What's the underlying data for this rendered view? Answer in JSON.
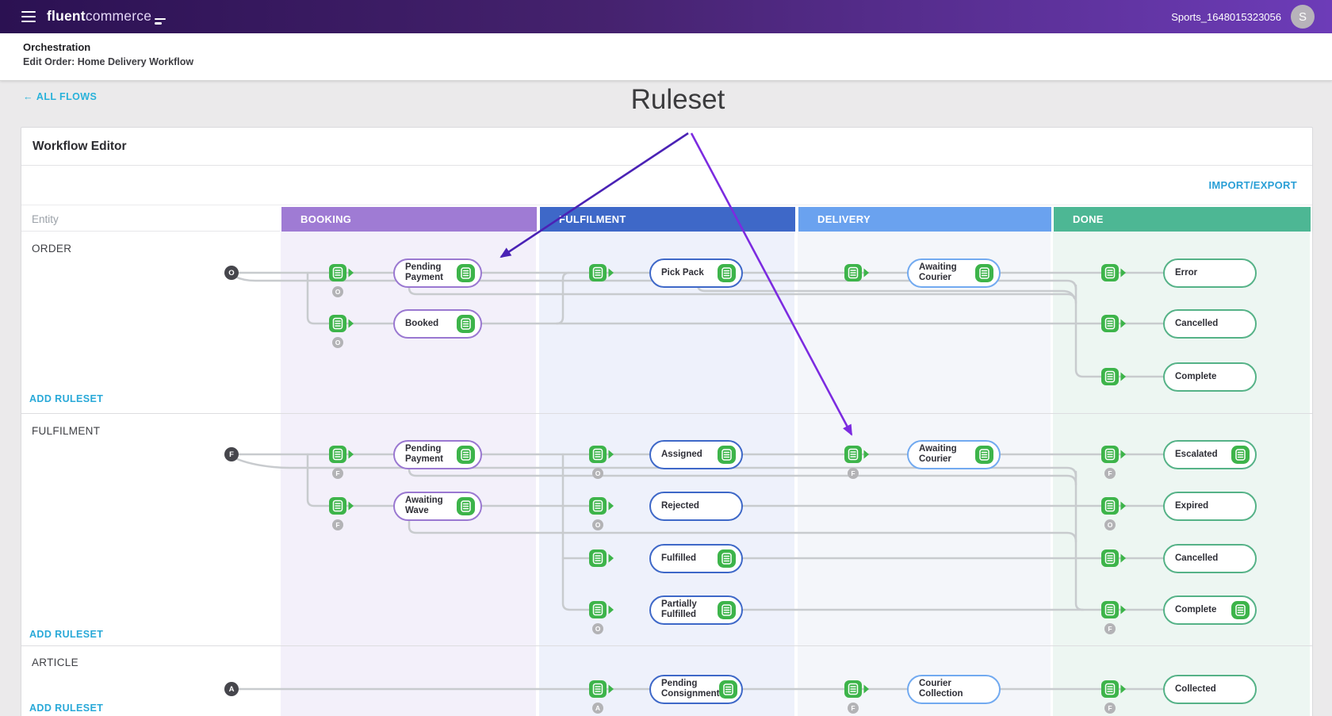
{
  "topbar": {
    "brand_bold": "fluent",
    "brand_light": "commerce",
    "account_name": "Sports_1648015323056",
    "avatar_initial": "S"
  },
  "breadcrumb": {
    "section": "Orchestration",
    "page": "Edit Order: Home Delivery Workflow"
  },
  "back_link": {
    "arrow": "←",
    "label": "ALL FLOWS"
  },
  "annotation": {
    "label": "Ruleset",
    "arrow_color_left": "#4a22b5",
    "arrow_color_right": "#7c2be0"
  },
  "editor": {
    "title": "Workflow Editor",
    "import_export_label": "IMPORT/EXPORT",
    "entity_header": "Entity",
    "add_ruleset_label": "ADD RULESET",
    "icon_green": "#3db44a",
    "line_color": "#c8cbce",
    "columns": [
      {
        "label": "BOOKING",
        "header_color": "#9f7bd4",
        "tint": "#f3f0fa",
        "node_border": "#9a78d1"
      },
      {
        "label": "FULFILMENT",
        "header_color": "#3e68c8",
        "tint": "#eef1fb",
        "node_border": "#3e68c8"
      },
      {
        "label": "DELIVERY",
        "header_color": "#6aa2ef",
        "tint": "#f4f6fa",
        "node_border": "#72aaf0"
      },
      {
        "label": "DONE",
        "header_color": "#4db794",
        "tint": "#edf6f2",
        "node_border": "#55b287"
      }
    ],
    "rows": [
      {
        "entity": "ORDER",
        "start_letter": "O",
        "nodes": [
          {
            "label": "Pending Payment",
            "col": 0,
            "slot": 0,
            "icon": true,
            "badge": "O"
          },
          {
            "label": "Booked",
            "col": 0,
            "slot": 1,
            "icon": true,
            "badge": "O"
          },
          {
            "label": "Pick Pack",
            "col": 1,
            "slot": 0,
            "icon": true,
            "badge": null
          },
          {
            "label": "Awaiting Courier",
            "col": 2,
            "slot": 0,
            "icon": true,
            "badge": null
          },
          {
            "label": "Error",
            "col": 3,
            "slot": 0,
            "icon": false,
            "badge": null
          },
          {
            "label": "Cancelled",
            "col": 3,
            "slot": 1,
            "icon": false,
            "badge": null
          },
          {
            "label": "Complete",
            "col": 3,
            "slot": 2,
            "icon": false,
            "badge": null
          }
        ]
      },
      {
        "entity": "FULFILMENT",
        "start_letter": "F",
        "nodes": [
          {
            "label": "Pending Payment",
            "col": 0,
            "slot": 0,
            "icon": true,
            "badge": "F"
          },
          {
            "label": "Awaiting Wave",
            "col": 0,
            "slot": 1,
            "icon": true,
            "badge": "F"
          },
          {
            "label": "Assigned",
            "col": 1,
            "slot": 0,
            "icon": true,
            "badge": "O"
          },
          {
            "label": "Rejected",
            "col": 1,
            "slot": 1,
            "icon": false,
            "badge": "O"
          },
          {
            "label": "Fulfilled",
            "col": 1,
            "slot": 2,
            "icon": true,
            "badge": null
          },
          {
            "label": "Partially Fulfilled",
            "col": 1,
            "slot": 3,
            "icon": true,
            "badge": "O"
          },
          {
            "label": "Awaiting Courier",
            "col": 2,
            "slot": 0,
            "icon": true,
            "badge": "F"
          },
          {
            "label": "Escalated",
            "col": 3,
            "slot": 0,
            "icon": true,
            "badge": "F"
          },
          {
            "label": "Expired",
            "col": 3,
            "slot": 1,
            "icon": false,
            "badge": "O"
          },
          {
            "label": "Cancelled",
            "col": 3,
            "slot": 2,
            "icon": false,
            "badge": null
          },
          {
            "label": "Complete",
            "col": 3,
            "slot": 3,
            "icon": true,
            "badge": "F"
          }
        ]
      },
      {
        "entity": "ARTICLE",
        "start_letter": "A",
        "nodes": [
          {
            "label": "Pending Consignment",
            "col": 1,
            "slot": 0,
            "icon": true,
            "badge": "A"
          },
          {
            "label": "Courier Collection",
            "col": 2,
            "slot": 0,
            "icon": false,
            "badge": "F"
          },
          {
            "label": "Collected",
            "col": 3,
            "slot": 0,
            "icon": false,
            "badge": "F"
          }
        ]
      }
    ]
  }
}
